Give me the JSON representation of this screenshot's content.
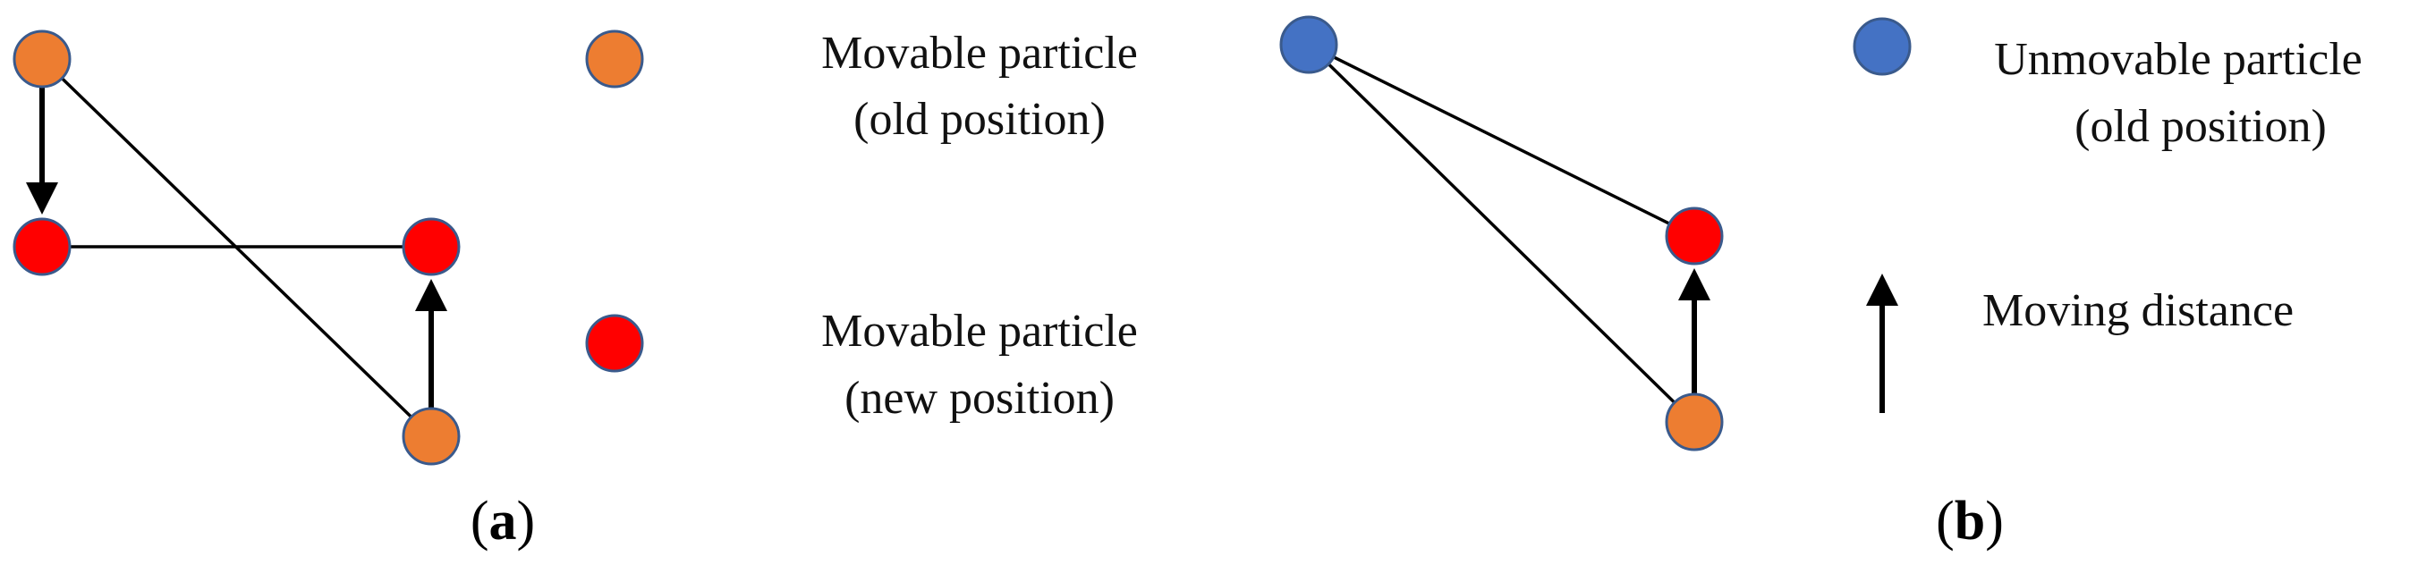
{
  "colors": {
    "movable_old": "#ED7D31",
    "movable_new": "#FF0000",
    "unmovable_old": "#4472C4",
    "particle_outline": "#3A5A8C",
    "edge": "#000000",
    "arrow": "#000000"
  },
  "legend": {
    "movable_old": {
      "line1": "Movable particle",
      "line2": "(old position)"
    },
    "movable_new": {
      "line1": "Movable particle",
      "line2": "(new position)"
    },
    "unmovable_old": {
      "line1": "Unmovable particle",
      "line2": "(old position)"
    },
    "moving_distance": {
      "line1": "Moving distance"
    }
  },
  "panels": {
    "a": {
      "label_open": "(",
      "label_letter": "a",
      "label_close": ")"
    },
    "b": {
      "label_open": "(",
      "label_letter": "b",
      "label_close": ")"
    }
  }
}
